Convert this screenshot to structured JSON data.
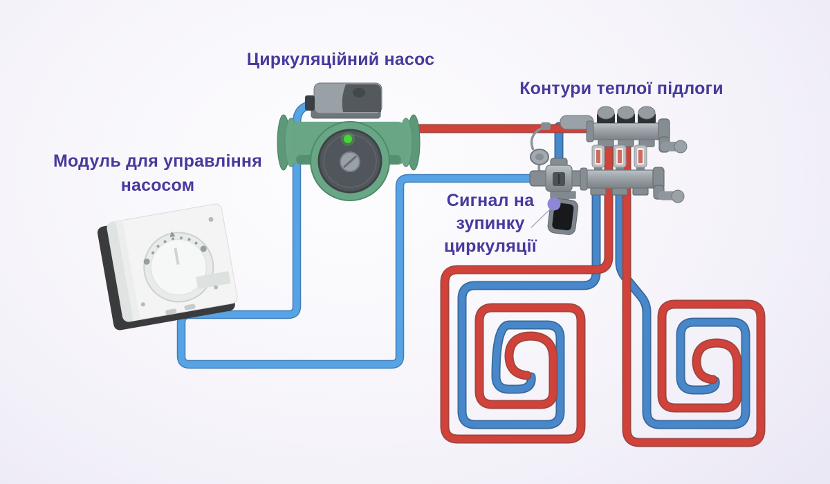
{
  "diagram": {
    "labels": {
      "circulation_pump": "Циркуляційний насос",
      "pump_control_module": [
        "Модуль для управління",
        "насосом"
      ],
      "floor_circuits": "Контури теплої підлоги",
      "stop_circulation_signal": [
        "Сигнал на",
        "зупинку",
        "циркуляції"
      ]
    },
    "colors": {
      "label_text": "#473a9d",
      "supply_pipe_red": "#d0423a",
      "return_pipe_blue": "#4887c9",
      "control_wire_blue": "#57a3e3",
      "pump_green": "#69a685",
      "metal_gray": "#99a0a6",
      "callout_dot_purple": "#8d87d6",
      "status_led_green": "#49d538",
      "background_lavender": "#e7e3f2"
    }
  }
}
